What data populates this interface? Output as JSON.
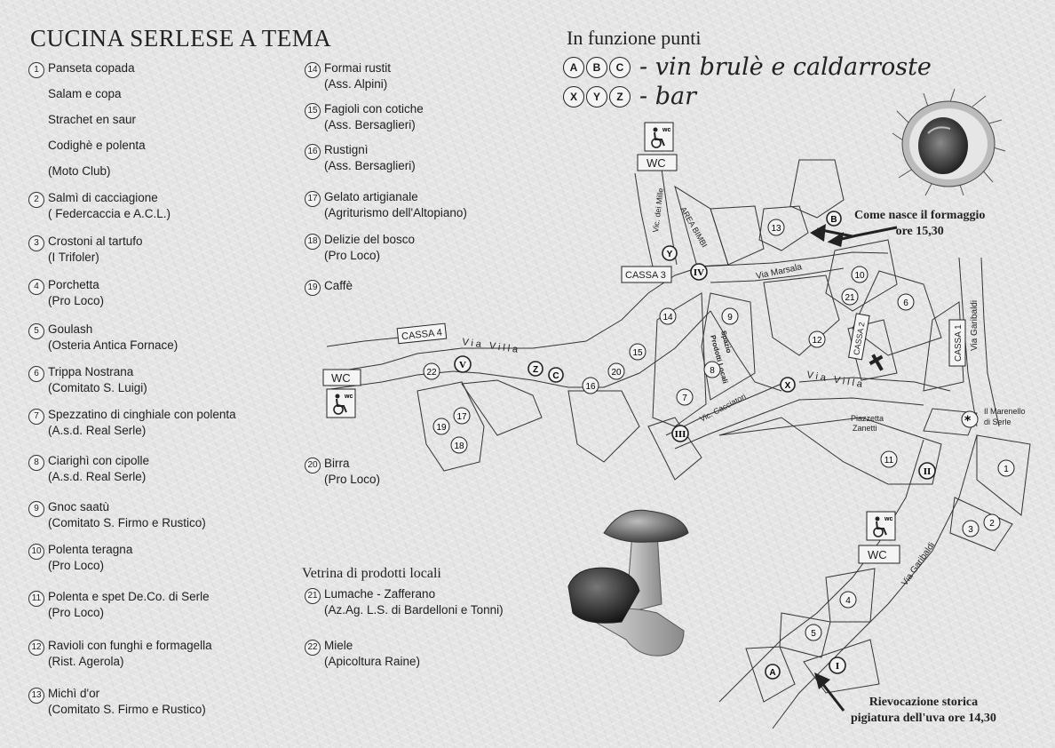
{
  "menu_title": "CUCINA SERLESE A TEMA",
  "menu_items": [
    {
      "n": "1",
      "lines": [
        "Panseta copada",
        "Salam e copa",
        "Strachet en saur",
        "Codighè e polenta",
        "(Moto Club)"
      ]
    },
    {
      "n": "2",
      "lines": [
        "Salmì di cacciagione",
        "( Federcaccia e A.C.L.)"
      ]
    },
    {
      "n": "3",
      "lines": [
        "Crostoni al tartufo",
        "(I Trifoler)"
      ]
    },
    {
      "n": "4",
      "lines": [
        "Porchetta",
        "(Pro Loco)"
      ]
    },
    {
      "n": "5",
      "lines": [
        "Goulash",
        "(Osteria Antica Fornace)"
      ]
    },
    {
      "n": "6",
      "lines": [
        "Trippa Nostrana",
        "(Comitato S. Luigi)"
      ]
    },
    {
      "n": "7",
      "lines": [
        "Spezzatino di cinghiale con polenta",
        "(A.s.d. Real Serle)"
      ]
    },
    {
      "n": "8",
      "lines": [
        "Ciarighì con cipolle",
        "(A.s.d. Real Serle)"
      ]
    },
    {
      "n": "9",
      "lines": [
        "Gnoc saatù",
        "(Comitato S. Firmo e Rustico)"
      ]
    },
    {
      "n": "10",
      "lines": [
        "Polenta teragna",
        "(Pro Loco)"
      ]
    },
    {
      "n": "11",
      "lines": [
        "Polenta e spet De.Co. di Serle",
        "(Pro Loco)"
      ]
    },
    {
      "n": "12",
      "lines": [
        "Ravioli con funghi e formagella",
        "(Rist. Agerola)"
      ]
    },
    {
      "n": "13",
      "lines": [
        "Michì d'or",
        "(Comitato S. Firmo e Rustico)"
      ]
    },
    {
      "n": "14",
      "lines": [
        "Formai rustit",
        "(Ass. Alpini)"
      ]
    },
    {
      "n": "15",
      "lines": [
        "Fagioli con cotiche",
        "(Ass. Bersaglieri)"
      ]
    },
    {
      "n": "16",
      "lines": [
        "Rustignì",
        "(Ass. Bersaglieri)"
      ]
    },
    {
      "n": "17",
      "lines": [
        "Gelato artigianale",
        "(Agriturismo dell'Altopiano)"
      ]
    },
    {
      "n": "18",
      "lines": [
        "Delizie del bosco",
        "(Pro Loco)"
      ]
    },
    {
      "n": "19",
      "lines": [
        "Caffè"
      ]
    },
    {
      "n": "20",
      "lines": [
        "Birra",
        "(Pro Loco)"
      ]
    }
  ],
  "vetrina_title": "Vetrina di prodotti locali",
  "vetrina_items": [
    {
      "n": "21",
      "lines": [
        "Lumache - Zafferano",
        "(Az.Ag. L.S. di Bardelloni e Tonni)"
      ]
    },
    {
      "n": "22",
      "lines": [
        "Miele",
        "(Apicoltura Raine)"
      ]
    }
  ],
  "legend": {
    "title": "In funzione punti",
    "row1": {
      "letters": [
        "A",
        "B",
        "C"
      ],
      "text": "- vin brulè e caldarroste"
    },
    "row2": {
      "letters": [
        "X",
        "Y",
        "Z"
      ],
      "text": "- bar"
    }
  },
  "notes": {
    "formaggio": [
      "Come nasce il formaggio",
      "ore 15,30"
    ],
    "rievocazione": [
      "Rievocazione storica",
      "pigiatura dell'uva ore 14,30"
    ]
  },
  "map_labels": {
    "wc": "WC",
    "cassa1": "CASSA 1",
    "cassa2": "CASSA 2",
    "cassa3": "CASSA 3",
    "cassa4": "CASSA 4",
    "via_villa": "Via Villa",
    "via_marsala": "Via Marsala",
    "via_garibaldi": "Via Garibaldi",
    "vic_dei_mille": "Vic. dei Mille",
    "vic_cacciatori": "Vic. Cacciatori",
    "area_bimbi": "AREA BIMBI",
    "spazio": [
      "Spazio",
      "Prodotti Locali"
    ],
    "piazzetta": [
      "Piazzetta",
      "Zanetti"
    ],
    "marenello": [
      "Il Marenello",
      "di Serle"
    ],
    "wc_icon_text": "wc"
  },
  "map_numbers": [
    "1",
    "2",
    "3",
    "4",
    "5",
    "6",
    "7",
    "8",
    "9",
    "10",
    "11",
    "12",
    "13",
    "14",
    "15",
    "16",
    "17",
    "18",
    "19",
    "20",
    "21",
    "22"
  ],
  "roman": [
    "I",
    "II",
    "III",
    "IV",
    "V"
  ],
  "map_letters": [
    "A",
    "B",
    "C",
    "X",
    "Y",
    "Z"
  ],
  "colors": {
    "ink": "#222222",
    "paper": "#e4e4e4"
  }
}
